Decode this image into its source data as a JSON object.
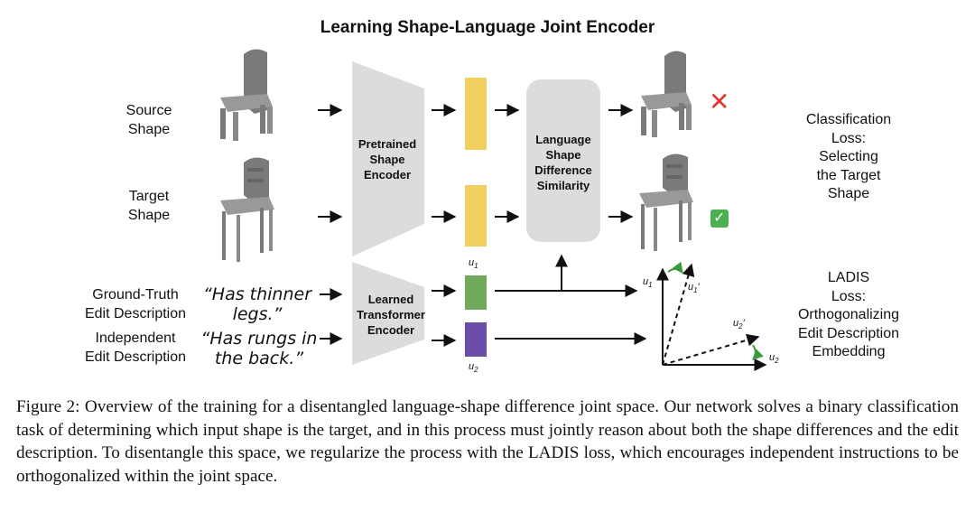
{
  "figure": {
    "title": "Learning Shape-Language Joint Encoder",
    "source_shape_label": "Source\nShape",
    "target_shape_label": "Target\nShape",
    "pretrained_encoder_label": "Pretrained\nShape\nEncoder",
    "similarity_label": "Language\nShape\nDifference\nSimilarity",
    "learned_encoder_label": "Learned\nTransformer\nEncoder",
    "ground_truth_label": "Ground-Truth\nEdit Description",
    "independent_label": "Independent\nEdit Description",
    "quote_ground_truth": "“Has thinner\nlegs.”",
    "quote_independent": "“Has rungs in\nthe back.”",
    "classification_loss": "Classification\nLoss:\nSelecting\nthe Target\nShape",
    "ladis_loss": "LADIS\nLoss:\nOrthogonalizing\nEdit Description\nEmbedding",
    "u1_symbol": "u",
    "u1_sub": "1",
    "u2_symbol": "u",
    "u2_sub": "2",
    "prime": "′",
    "wrong_mark": "✕",
    "correct_mark": "✓",
    "colors": {
      "shape_embedding": "#f0cf5e",
      "text_embedding_1": "#6fa95a",
      "text_embedding_2": "#6a4eaa",
      "encoder": "#dcdcdc",
      "cross": "#e03a2f",
      "check_bg": "#4caf50"
    }
  },
  "caption": "Figure 2: Overview of the training for a disentangled language-shape difference joint space. Our network solves a binary classification task of determining which input shape is the target, and in this process must jointly reason about both the shape differences and the edit description. To disentangle this space, we regularize the process with the LADIS loss, which encourages independent instructions to be orthogonalized within the joint space."
}
